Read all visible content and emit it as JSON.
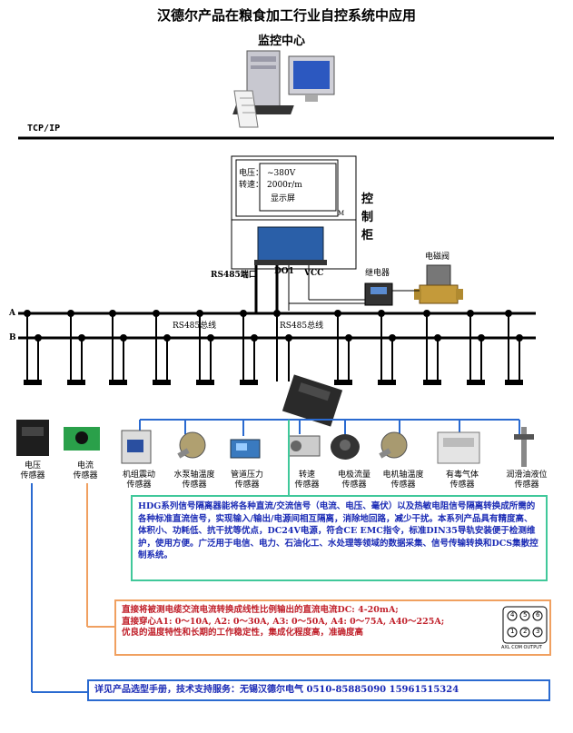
{
  "title": "汉德尔产品在粮食加工行业自控系统中应用",
  "monitor_center": "监控中心",
  "network": "TCP/IP",
  "display": {
    "voltage_label": "电压：",
    "voltage_value": "~380V",
    "speed_label": "转速：",
    "speed_value": "2000r/m",
    "screen_label": "显示屏",
    "corner": "M"
  },
  "cabinet_label": [
    "控",
    "制",
    "柜"
  ],
  "ports": {
    "rs485": "RS485端口",
    "do1": "DO1",
    "vcc": "VCC"
  },
  "relay": "继电器",
  "solenoid_valve": "电磁阀",
  "bus": {
    "a": "A",
    "b": "B",
    "label1": "RS485总线",
    "label2": "RS485总线"
  },
  "sensors": [
    {
      "l1": "电压",
      "l2": "传感器"
    },
    {
      "l1": "电流",
      "l2": "传感器"
    },
    {
      "l1": "机组震动",
      "l2": "传感器"
    },
    {
      "l1": "水泵轴温度",
      "l2": "传感器"
    },
    {
      "l1": "管道压力",
      "l2": "传感器"
    },
    {
      "l1": "转速",
      "l2": "传感器"
    },
    {
      "l1": "电极流量",
      "l2": "传感器"
    },
    {
      "l1": "电机轴温度",
      "l2": "传感器"
    },
    {
      "l1": "有毒气体",
      "l2": "传感器"
    },
    {
      "l1": "润滑油液位",
      "l2": "传感器"
    }
  ],
  "green_box": "HDG系列信号隔离器能将各种直流/交流信号（电流、电压、毫伏）以及热敏电阻信号隔离转换成所需的各种标准直流信号，实现输入/输出/电源间相互隔离，消除地回路，减少干扰。本系列产品具有精度高、体积小、功耗低、抗干扰等优点，DC24V电源，符合CE EMC指令，标准DIN35导轨安装便于检测维护，使用方便。广泛用于电信、电力、石油化工、水处理等领域的数据采集、信号传输转换和DCS集散控制系统。",
  "orange_box": {
    "line1": "直接将被测电缆交流电流转换成线性比例输出的直流电流DC: 4-20mA;",
    "line2": "直接穿心A1: 0～10A, A2: 0～30A, A3: 0～50A, A4: 0～75A, A40～225A;",
    "line3": "优良的温度特性和长期的工作稳定性，集成化程度高，准确度高",
    "terminals_top": [
      "4",
      "5",
      "6"
    ],
    "terminals_bottom": [
      "1",
      "2",
      "3"
    ],
    "terminal_caption": "AXL COM OUTPUT"
  },
  "blue_box": "详见产品选型手册，技术支持服务：无锡汉德尔电气 0510-85885090 15961515324",
  "colors": {
    "green": "#40c89a",
    "orange": "#f0a060",
    "blue": "#2a6ad0",
    "text_blue": "#1a2ab5",
    "text_red": "#c0202a"
  }
}
